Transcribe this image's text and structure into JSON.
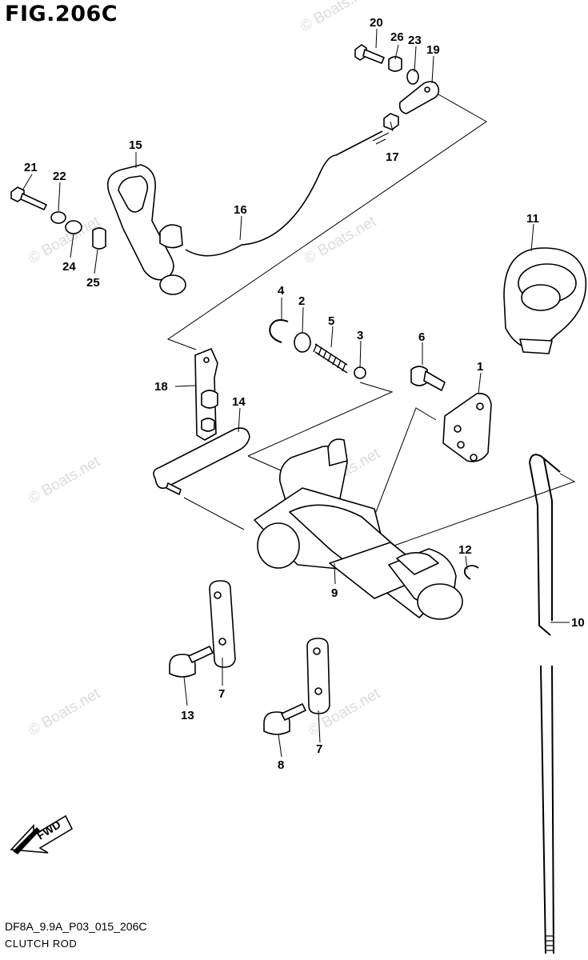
{
  "figure": {
    "title": "FIG.206C",
    "code": "DF8A_9.9A_P03_015_206C",
    "name": "CLUTCH ROD",
    "direction_label": "FWD"
  },
  "watermark": "© Boats.net",
  "callouts": [
    "1",
    "2",
    "3",
    "4",
    "5",
    "6",
    "7",
    "7",
    "8",
    "9",
    "10",
    "11",
    "12",
    "13",
    "14",
    "15",
    "16",
    "17",
    "18",
    "19",
    "20",
    "21",
    "22",
    "23",
    "24",
    "25",
    "26"
  ]
}
